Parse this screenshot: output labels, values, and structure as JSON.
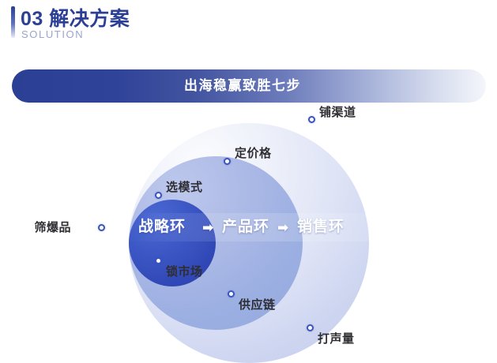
{
  "header": {
    "number": "03",
    "title": "03 解决方案",
    "subtitle": "SOLUTION",
    "accent_color": "#2b3f94",
    "subtitle_color": "#9aa4cc"
  },
  "banner": {
    "title": "出海稳赢致胜七步",
    "gradient_from": "#2b3f94",
    "gradient_to": "#f4f6fb"
  },
  "diagram": {
    "rings": [
      {
        "name": "inner",
        "label": "战略环",
        "color": "#3a55c3"
      },
      {
        "name": "middle",
        "label": "产品环",
        "color": "#9db0e2"
      },
      {
        "name": "outer",
        "label": "销售环",
        "color": "#ccd4f0"
      }
    ],
    "arrows": [
      {
        "glyph": "➡"
      },
      {
        "glyph": "➡"
      }
    ],
    "steps": [
      {
        "index": 1,
        "label": "筛爆品",
        "ring": "inner",
        "side": "left"
      },
      {
        "index": 2,
        "label": "选模式",
        "ring": "inner",
        "side": "upper"
      },
      {
        "index": 3,
        "label": "定价格",
        "ring": "middle",
        "side": "upper"
      },
      {
        "index": 4,
        "label": "铺渠道",
        "ring": "outer",
        "side": "upper"
      },
      {
        "index": 5,
        "label": "锁市场",
        "ring": "inner",
        "side": "lower"
      },
      {
        "index": 6,
        "label": "供应链",
        "ring": "middle",
        "side": "lower"
      },
      {
        "index": 7,
        "label": "打声量",
        "ring": "outer",
        "side": "lower"
      }
    ],
    "dot_marker_color": "#3a55c3",
    "label_text_color": "#2e2e33"
  }
}
